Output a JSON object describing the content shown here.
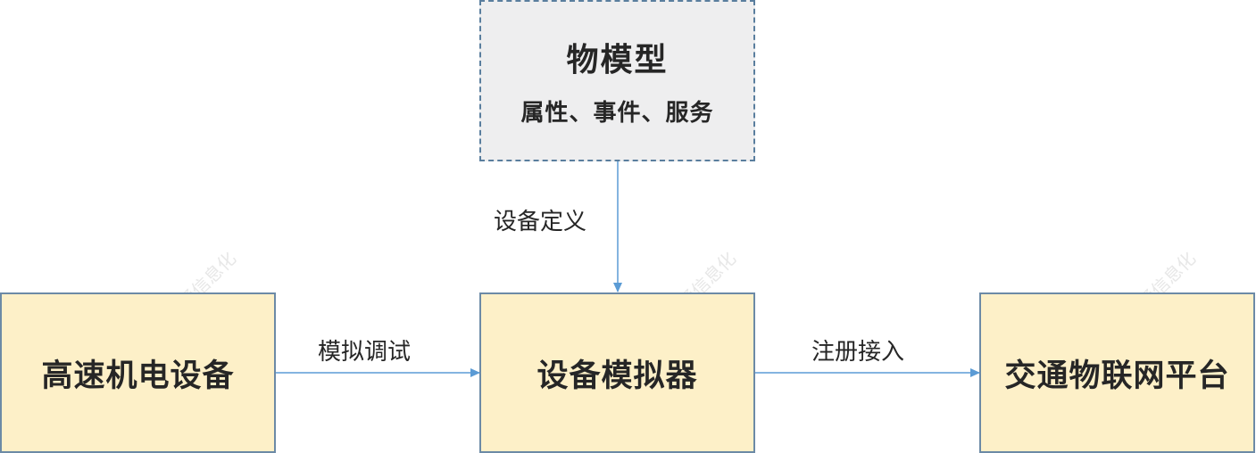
{
  "nodes": {
    "thing_model": {
      "title": "物模型",
      "subtitle": "属性、事件、服务"
    },
    "highway_device": {
      "label": "高速机电设备"
    },
    "device_simulator": {
      "label": "设备模拟器"
    },
    "iot_platform": {
      "label": "交通物联网平台"
    }
  },
  "edges": {
    "device_definition": "设备定义",
    "simulate_debug": "模拟调试",
    "register_access": "注册接入"
  },
  "watermark": "中国交通信息化",
  "colors": {
    "box_fill": "#fdf0c8",
    "box_border": "#6c8aa6",
    "model_fill": "#eeeeef",
    "arrow": "#5b9bd5"
  }
}
